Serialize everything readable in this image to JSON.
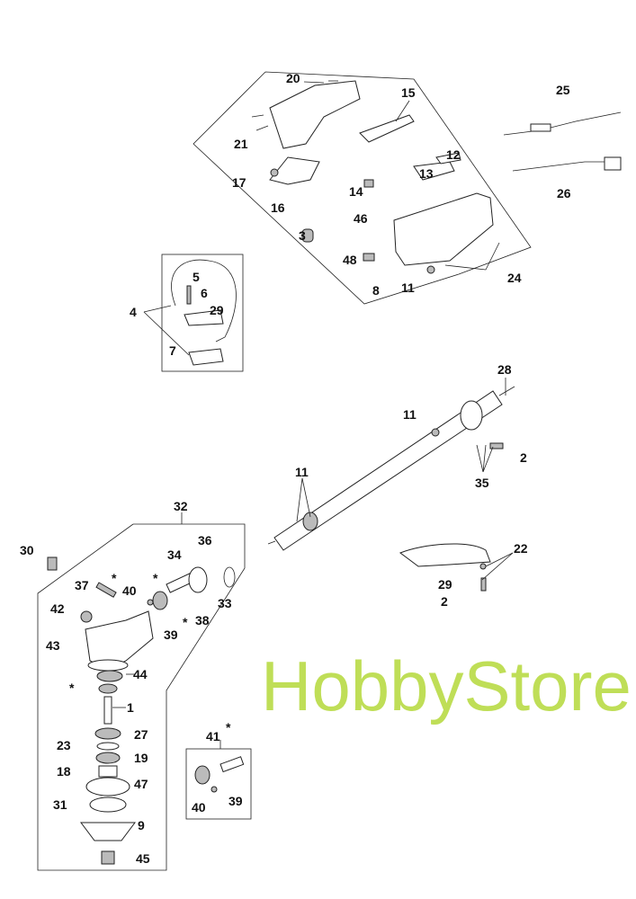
{
  "watermark": "HobbyStore.it",
  "labels": {
    "p20": "20",
    "p15": "15",
    "p21": "21",
    "p12": "12",
    "p13": "13",
    "p17": "17",
    "p14": "14",
    "p16": "16",
    "p46": "46",
    "p3": "3",
    "p48": "48",
    "p8": "8",
    "p11a": "11",
    "p24": "24",
    "p25": "25",
    "p26": "26",
    "p5": "5",
    "p6": "6",
    "p29a": "29",
    "p4": "4",
    "p7": "7",
    "p28": "28",
    "p11b": "11",
    "p2a": "2",
    "p35": "35",
    "p11c": "11",
    "p32": "32",
    "p30": "30",
    "p34": "34",
    "p36": "36",
    "p37": "37",
    "p40a": "40",
    "p33": "33",
    "p42": "42",
    "p38": "38",
    "p39a": "39",
    "p43": "43",
    "p44": "44",
    "p1": "1",
    "p27": "27",
    "p23": "23",
    "p19": "19",
    "p18": "18",
    "p47": "47",
    "p31": "31",
    "p9": "9",
    "p45": "45",
    "p22": "22",
    "p29b": "29",
    "p2b": "2",
    "p41": "41",
    "p40b": "40",
    "p39b": "39",
    "star": "*"
  },
  "colors": {
    "watermark": "#b5d93a"
  }
}
